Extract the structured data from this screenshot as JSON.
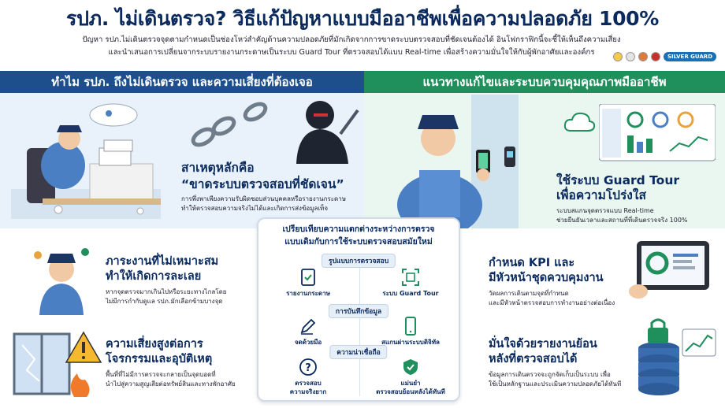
{
  "title": "รปภ. ไม่เดินตรวจ? วิธีแก้ปัญหาแบบมืออาชีพเพื่อความปลอดภัย 100%",
  "intro": {
    "line1": "ปัญหา รปภ.ไม่เดินตรวจจุดตามกำหนดเป็นช่องโหว่สำคัญด้านความปลอดภัยที่มักเกิดจากการขาดระบบตรวจสอบที่ชัดเจนต้องได้ อินโฟกราฟิกนี้จะชี้ให้เห็นถึงความเสี่ยง",
    "line2": "และนำเสนอการเปลี่ยนจากระบบรายงานกระดาษเป็นระบบ Guard Tour ที่ตรวจสอบได้แบบ Real-time เพื่อสร้างความมั่นใจให้กับผู้พักอาศัยและองค์กร"
  },
  "brand": "SILVER GUARD",
  "left_header": "ทำไม รปภ. ถึงไม่เดินตรวจ และความเสี่ยงที่ต้องเจอ",
  "right_header": "แนวทางแก้ไขและระบบควบคุมคุณภาพมืออาชีพ",
  "cause": {
    "line1": "สาเหตุหลักคือ",
    "line2": "“ขาดระบบตรวจสอบที่ชัดเจน”",
    "desc1": "การพึ่งพาเพียงความรับผิดชอบส่วนบุคคลหรือรายงานกระดาษ",
    "desc2": "ทำให้ตรวจสอบความจริงไม่ได้และเกิดการส่งข้อมูลเท็จ"
  },
  "solution": {
    "line1": "ใช้ระบบ Guard Tour",
    "line2": "เพื่อความโปร่งใส",
    "desc1": "ระบบสแกนจุดตรวจแบบ Real-time",
    "desc2": "ช่วยยืนยันเวลาและสถานที่ที่เดินตรวจจริง 100%"
  },
  "workload": {
    "line1": "ภาระงานที่ไม่เหมาะสม",
    "line2": "ทำให้เกิดการละเลย",
    "desc1": "หากจุดตรวจมากเกินไปหรือระยะทางไกลโดย",
    "desc2": "ไม่มีการกำกับดูแล รปภ.มักเลือกข้ามบางจุด"
  },
  "risk": {
    "line1": "ความเสี่ยงสูงต่อการ",
    "line2": "โจรกรรมและอุบัติเหตุ",
    "desc1": "พื้นที่ที่ไม่มีการตรวจจะกลายเป็นจุดบอดที่",
    "desc2": "นำไปสู่ความสูญเสียต่อทรัพย์สินและทางพักอาศัย"
  },
  "kpi": {
    "line1": "กำหนด KPI และ",
    "line2": "มีหัวหน้าชุดควบคุมงาน",
    "desc1": "วัดผลการเดินตามจุดที่กำหนด",
    "desc2": "และมีหัวหน้าตรวจสอบการทำงานอย่างต่อเนื่อง"
  },
  "report": {
    "line1": "มั่นใจด้วยรายงานย้อน",
    "line2": "หลังที่ตรวจสอบได้",
    "desc1": "ข้อมูลการเดินตรวจจะถูกจัดเก็บเป็นระบบ เพื่อ",
    "desc2": "ใช้เป็นหลักฐานและประเมินความปลอดภัยได้ทันที"
  },
  "compare": {
    "title1": "เปรียบเทียบความแตกต่างระหว่างการตรวจ",
    "title2": "แบบเดิมกับการใช้ระบบตรวจสอบสมัยใหม่",
    "rows": [
      {
        "label": "รูปแบบการตรวจสอบ",
        "old": "รายงานกระดาษ",
        "new": "ระบบ Guard Tour"
      },
      {
        "label": "การบันทึกข้อมูล",
        "old": "จดด้วยมือ",
        "new": "สแกนผ่านระบบดิจิทัล"
      },
      {
        "label": "ความน่าเชื่อถือ",
        "old1": "ตรวจสอบ",
        "old2": "ความจริงยาก",
        "new1": "แม่นยำ",
        "new2": "ตรวจสอบย้อนหลังได้ทันที"
      }
    ]
  },
  "colors": {
    "navy": "#1d4f8c",
    "green": "#1f8f5c",
    "text": "#0a2a5e"
  },
  "icons": [
    "checklist-icon",
    "qr-scan-icon",
    "pen-icon",
    "smartphone-icon",
    "question-icon",
    "shield-check-icon",
    "warning-icon",
    "fire-icon",
    "map-pin-icon",
    "cloud-icon",
    "database-icon",
    "lock-icon"
  ]
}
